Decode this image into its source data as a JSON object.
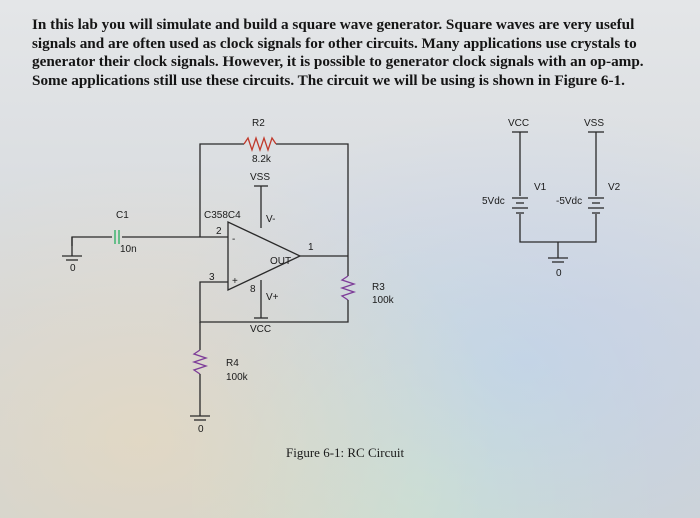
{
  "paragraph": {
    "lines": [
      "In this lab you will simulate and build a square wave generator. Square waves are very useful",
      "signals and are often used as clock signals for other circuits. Many applications use crystals to",
      "generator their clock signals. However, it is possible to generator clock signals with an op-amp.",
      "Some applications still use these circuits. The circuit we will be using is shown in Figure 6-1."
    ]
  },
  "schematic": {
    "r2": {
      "name": "R2",
      "value": "8.2k"
    },
    "vss_top": "VSS",
    "vcc_label": "VCC",
    "vss_label": "VSS",
    "c1": {
      "name": "C1",
      "value": "10n"
    },
    "opamp": {
      "name": "C358C4",
      "pin_inv": "2",
      "pin_noninv": "3",
      "pin_out": "1",
      "pin_v_minus": "V-",
      "pin_out_label": "OUT",
      "pin_v_plus": "V+",
      "pin8": "8"
    },
    "vcc_bottom": "VCC",
    "r3": {
      "name": "R3",
      "value": "100k"
    },
    "r4": {
      "name": "R4",
      "value": "100k"
    },
    "ground_left": "0",
    "ground_bottom": "0",
    "ground_right": "0",
    "v1": {
      "name": "V1",
      "value": "5Vdc"
    },
    "v2": {
      "name": "V2",
      "value": "-5Vdc"
    }
  },
  "caption": "Figure 6-1: RC Circuit"
}
